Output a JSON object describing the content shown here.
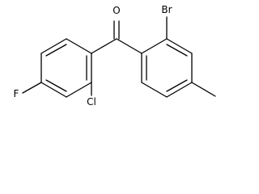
{
  "molecule": {
    "atoms": {
      "oxygen": "O",
      "bromine": "Br",
      "chlorine": "Cl",
      "fluorine": "F"
    },
    "line_color": "#000000",
    "background": "#ffffff"
  }
}
